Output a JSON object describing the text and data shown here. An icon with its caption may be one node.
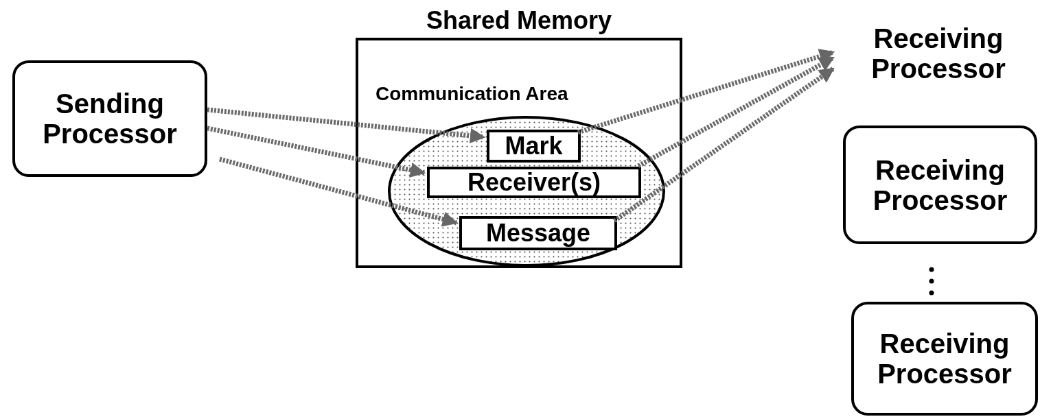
{
  "diagram": {
    "nodes": [
      {
        "text": [
          "Sending Processor"
        ]
      },
      {
        "text": [
          "Shared Memory"
        ]
      },
      {
        "text": [
          "Communication Area"
        ],
        "in": 1
      },
      {
        "text": [
          "Mark"
        ],
        "in": 2
      },
      {
        "text": [
          "Receiver(s)"
        ],
        "in": 2
      },
      {
        "text": [
          "Message"
        ],
        "in": 2
      },
      {
        "text": [
          "Receiving Processor"
        ]
      },
      {
        "text": [
          "Receiving Processor"
        ]
      },
      {
        "text": [
          "Receiving Processor"
        ]
      }
    ],
    "edges": [
      {
        "from": 0,
        "to": 3,
        "arrow": "to",
        "style": "dashed"
      },
      {
        "from": 0,
        "to": 4,
        "arrow": "to",
        "style": "dashed"
      },
      {
        "from": 0,
        "to": 5,
        "arrow": "to",
        "style": "dashed"
      },
      {
        "from": 3,
        "to": 6,
        "arrow": "to",
        "style": "dashed"
      },
      {
        "from": 4,
        "to": 6,
        "arrow": "to",
        "style": "dashed"
      },
      {
        "from": 5,
        "to": 6,
        "arrow": "to",
        "style": "dashed"
      }
    ]
  }
}
